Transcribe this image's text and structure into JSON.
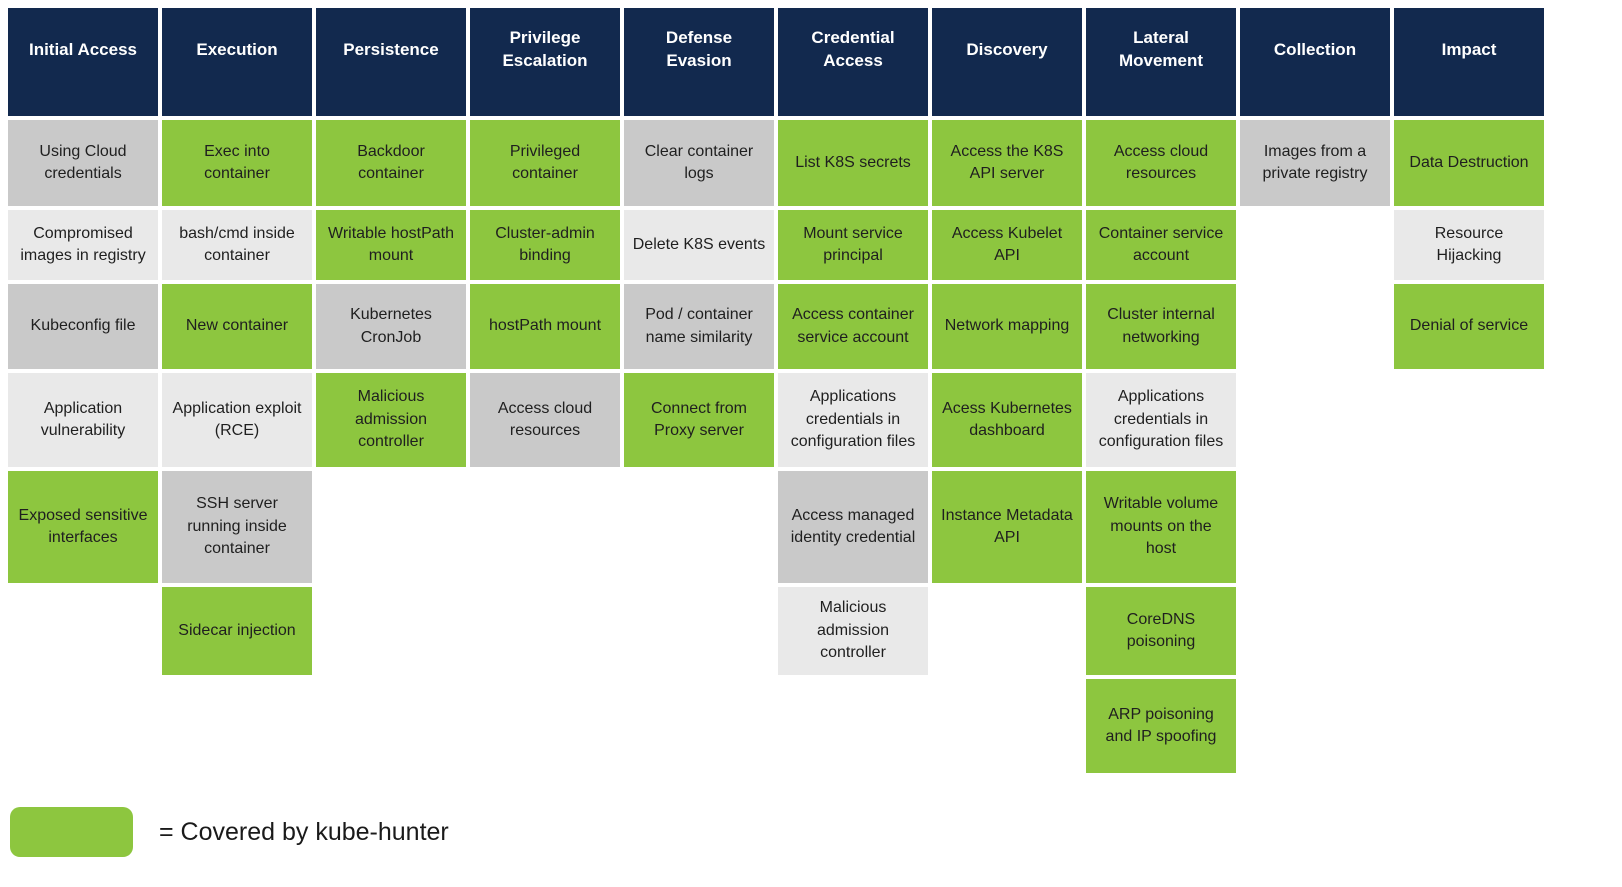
{
  "colors": {
    "header_bg": "#12294e",
    "header_text": "#ffffff",
    "covered": "#8dc63f",
    "gray_dark": "#c9c9c9",
    "gray_light": "#e9e9e9",
    "cell_text": "#1f1f1f"
  },
  "matrix": {
    "columns": [
      {
        "header": "Initial Access",
        "cells": [
          {
            "text": "Using Cloud credentials",
            "variant": "gray-dark"
          },
          {
            "text": "Compromised images in registry",
            "variant": "gray-light"
          },
          {
            "text": "Kubeconfig file",
            "variant": "gray-dark"
          },
          {
            "text": "Application vulnerability",
            "variant": "gray-light"
          },
          {
            "text": "Exposed sensitive interfaces",
            "variant": "covered"
          }
        ]
      },
      {
        "header": "Execution",
        "cells": [
          {
            "text": "Exec into container",
            "variant": "covered"
          },
          {
            "text": "bash/cmd inside container",
            "variant": "gray-light"
          },
          {
            "text": "New container",
            "variant": "covered"
          },
          {
            "text": "Application exploit (RCE)",
            "variant": "gray-light"
          },
          {
            "text": "SSH server running inside container",
            "variant": "gray-dark"
          },
          {
            "text": "Sidecar injection",
            "variant": "covered"
          }
        ]
      },
      {
        "header": "Persistence",
        "cells": [
          {
            "text": "Backdoor container",
            "variant": "covered"
          },
          {
            "text": "Writable hostPath mount",
            "variant": "covered"
          },
          {
            "text": "Kubernetes CronJob",
            "variant": "gray-dark"
          },
          {
            "text": "Malicious admission controller",
            "variant": "covered"
          }
        ]
      },
      {
        "header": "Privilege Escalation",
        "cells": [
          {
            "text": "Privileged container",
            "variant": "covered"
          },
          {
            "text": "Cluster-admin binding",
            "variant": "covered"
          },
          {
            "text": "hostPath mount",
            "variant": "covered"
          },
          {
            "text": "Access cloud resources",
            "variant": "gray-dark"
          }
        ]
      },
      {
        "header": "Defense Evasion",
        "cells": [
          {
            "text": "Clear container logs",
            "variant": "gray-dark"
          },
          {
            "text": "Delete K8S events",
            "variant": "gray-light"
          },
          {
            "text": "Pod / container name similarity",
            "variant": "gray-dark"
          },
          {
            "text": "Connect from Proxy server",
            "variant": "covered"
          }
        ]
      },
      {
        "header": "Credential Access",
        "cells": [
          {
            "text": "List K8S secrets",
            "variant": "covered"
          },
          {
            "text": "Mount service principal",
            "variant": "covered"
          },
          {
            "text": "Access container service account",
            "variant": "covered"
          },
          {
            "text": "Applications credentials in configuration files",
            "variant": "gray-light"
          },
          {
            "text": "Access managed identity credential",
            "variant": "gray-dark"
          },
          {
            "text": "Malicious admission controller",
            "variant": "gray-light"
          }
        ]
      },
      {
        "header": "Discovery",
        "cells": [
          {
            "text": "Access the K8S API server",
            "variant": "covered"
          },
          {
            "text": "Access Kubelet API",
            "variant": "covered"
          },
          {
            "text": "Network mapping",
            "variant": "covered"
          },
          {
            "text": "Acess Kubernetes dashboard",
            "variant": "covered"
          },
          {
            "text": "Instance Metadata API",
            "variant": "covered"
          }
        ]
      },
      {
        "header": "Lateral Movement",
        "cells": [
          {
            "text": "Access cloud resources",
            "variant": "covered"
          },
          {
            "text": "Container service account",
            "variant": "covered"
          },
          {
            "text": "Cluster internal networking",
            "variant": "covered"
          },
          {
            "text": "Applications credentials in configuration files",
            "variant": "gray-light"
          },
          {
            "text": "Writable volume mounts on the host",
            "variant": "covered"
          },
          {
            "text": "CoreDNS poisoning",
            "variant": "covered"
          },
          {
            "text": "ARP poisoning and IP spoofing",
            "variant": "covered"
          }
        ]
      },
      {
        "header": "Collection",
        "cells": [
          {
            "text": "Images from a private registry",
            "variant": "gray-dark"
          }
        ]
      },
      {
        "header": "Impact",
        "cells": [
          {
            "text": "Data Destruction",
            "variant": "covered"
          },
          {
            "text": "Resource Hijacking",
            "variant": "gray-light"
          },
          {
            "text": "Denial of service",
            "variant": "covered"
          }
        ]
      }
    ]
  },
  "legend": {
    "label": "= Covered by kube-hunter",
    "swatch_color": "#8dc63f"
  }
}
